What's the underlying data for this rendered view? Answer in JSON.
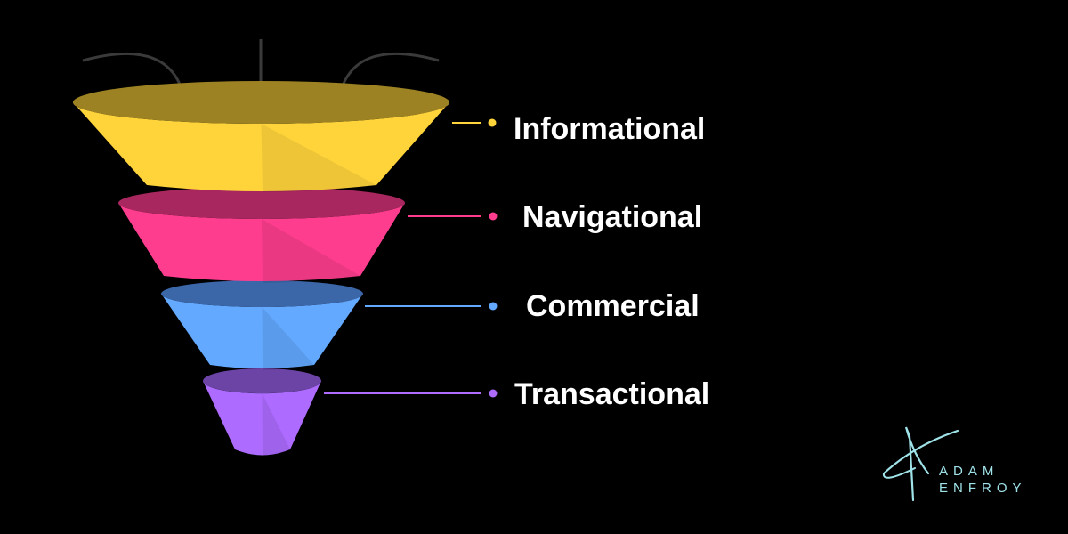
{
  "funnel": {
    "stages": [
      {
        "label": "Informational",
        "color": "#ffd43b",
        "dark": "#9c8223"
      },
      {
        "label": "Navigational",
        "color": "#ff3d8f",
        "dark": "#a8275e"
      },
      {
        "label": "Commercial",
        "color": "#63a9ff",
        "dark": "#3b66a8"
      },
      {
        "label": "Transactional",
        "color": "#ad6bff",
        "dark": "#6c44a6"
      }
    ],
    "arrow_color": "#3a3a3a"
  },
  "logo": {
    "line1": "ADAM",
    "line2": "ENFROY",
    "color": "#9fe3e9"
  }
}
